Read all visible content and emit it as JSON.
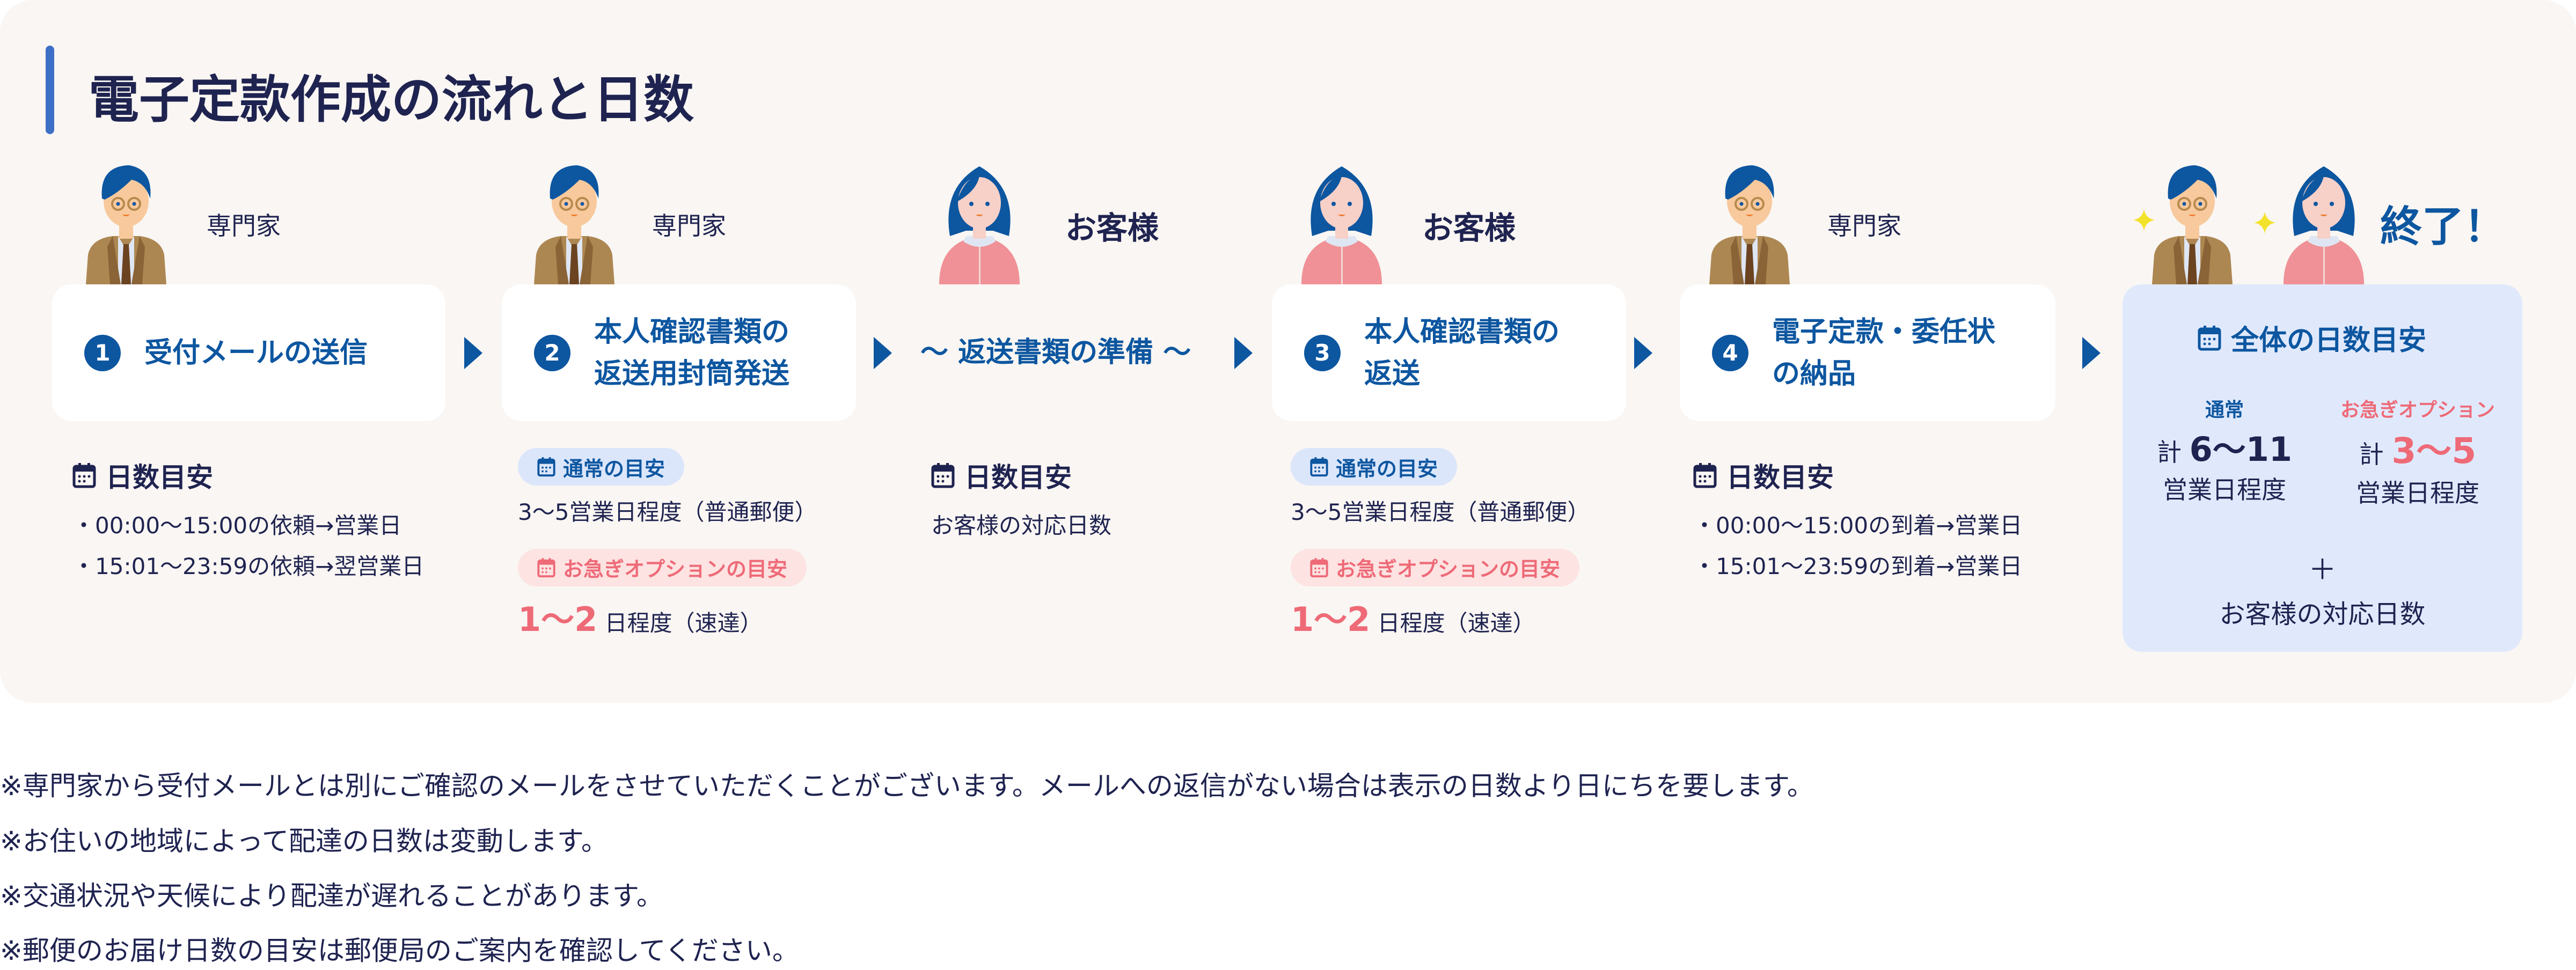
{
  "title": "電子定款作成の流れと日数",
  "roles": {
    "expert": "専門家",
    "customer": "お客様",
    "done": "終了！"
  },
  "steps": [
    {
      "num": "1",
      "label": "受付メールの送信"
    },
    {
      "num": "2",
      "label": "本人確認書類の\n返送用封筒発送"
    },
    {
      "num": "",
      "label": "〜 返送書類の準備 〜"
    },
    {
      "num": "3",
      "label": "本人確認書類の\n返送"
    },
    {
      "num": "4",
      "label": "電子定款・委任状\nの納品"
    }
  ],
  "info": {
    "days_heading": "日数目安",
    "step1_lines": [
      "・00:00〜15:00の依頼→営業日",
      "・15:01〜23:59の依頼→翌営業日"
    ],
    "normal_pill": "通常の目安",
    "normal_text": "3〜5営業日程度（普通郵便）",
    "urgent_pill": "お急ぎオプションの目安",
    "urgent_value": "1〜2",
    "urgent_text": "日程度（速達）",
    "customer_text": "お客様の対応日数",
    "step4_lines": [
      "・00:00〜15:00の到着→営業日",
      "・15:01〜23:59の到着→営業日"
    ]
  },
  "summary": {
    "heading": "全体の日数目安",
    "normal_label": "通常",
    "normal_prefix": "計",
    "normal_value": "6〜11",
    "urgent_label": "お急ぎオプション",
    "urgent_prefix": "計",
    "urgent_value": "3〜5",
    "unit": "営業日程度",
    "plus": "＋",
    "customer": "お客様の対応日数"
  },
  "notes": [
    "※専門家から受付メールとは別にご確認のメールをさせていただくことがございます。メールへの返信がない場合は表示の日数より日にちを要します。",
    "※お住いの地域によって配達の日数は変動します。",
    "※交通状況や天候により配達が遅れることがあります。",
    "※郵便のお届け日数の目安は郵便局のご案内を確認してください。"
  ],
  "colors": {
    "primary": "#0d56a0",
    "accent_red": "#ee6a77",
    "panel": "#f9f6f3",
    "summary_bg": "#e0e9fc"
  }
}
